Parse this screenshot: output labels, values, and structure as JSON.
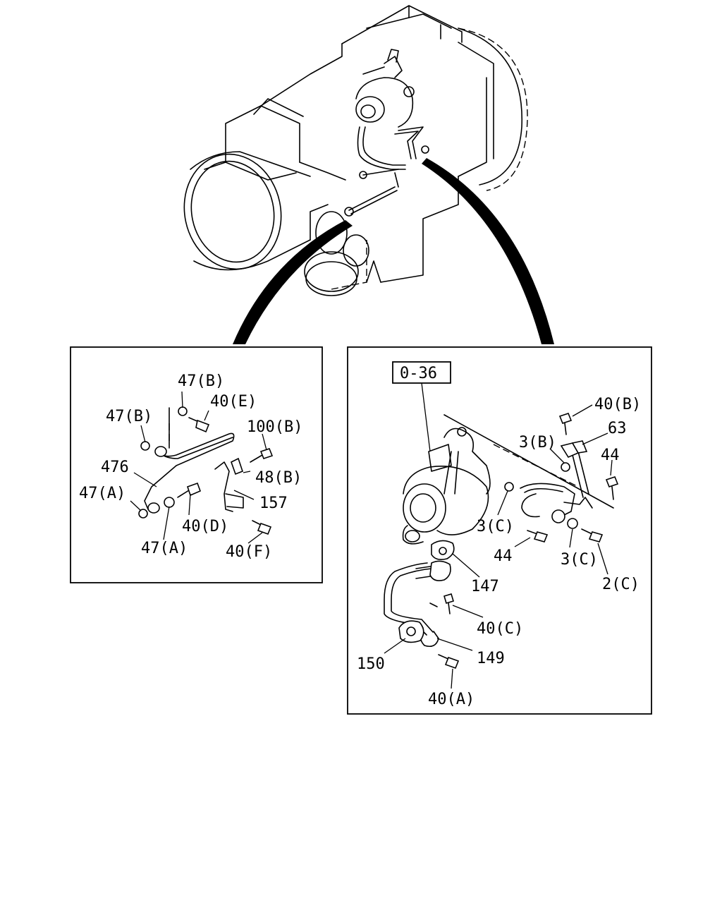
{
  "left_panel": {
    "labels": {
      "l47b_top": "47(B)",
      "l40e": "40(E)",
      "l47b_left": "47(B)",
      "l100b": "100(B)",
      "l476": "476",
      "l48b": "48(B)",
      "l47a_left": "47(A)",
      "l157": "157",
      "l40d": "40(D)",
      "l47a_bottom": "47(A)",
      "l40f": "40(F)"
    }
  },
  "right_panel": {
    "ref_box": "0-36",
    "labels": {
      "l40b": "40(B)",
      "l63": "63",
      "l3b": "3(B)",
      "l44_right": "44",
      "l3c_left": "3(C)",
      "l44_mid": "44",
      "l3c_right": "3(C)",
      "l2c": "2(C)",
      "l147": "147",
      "l40c": "40(C)",
      "l150": "150",
      "l149": "149",
      "l40a": "40(A)"
    }
  }
}
